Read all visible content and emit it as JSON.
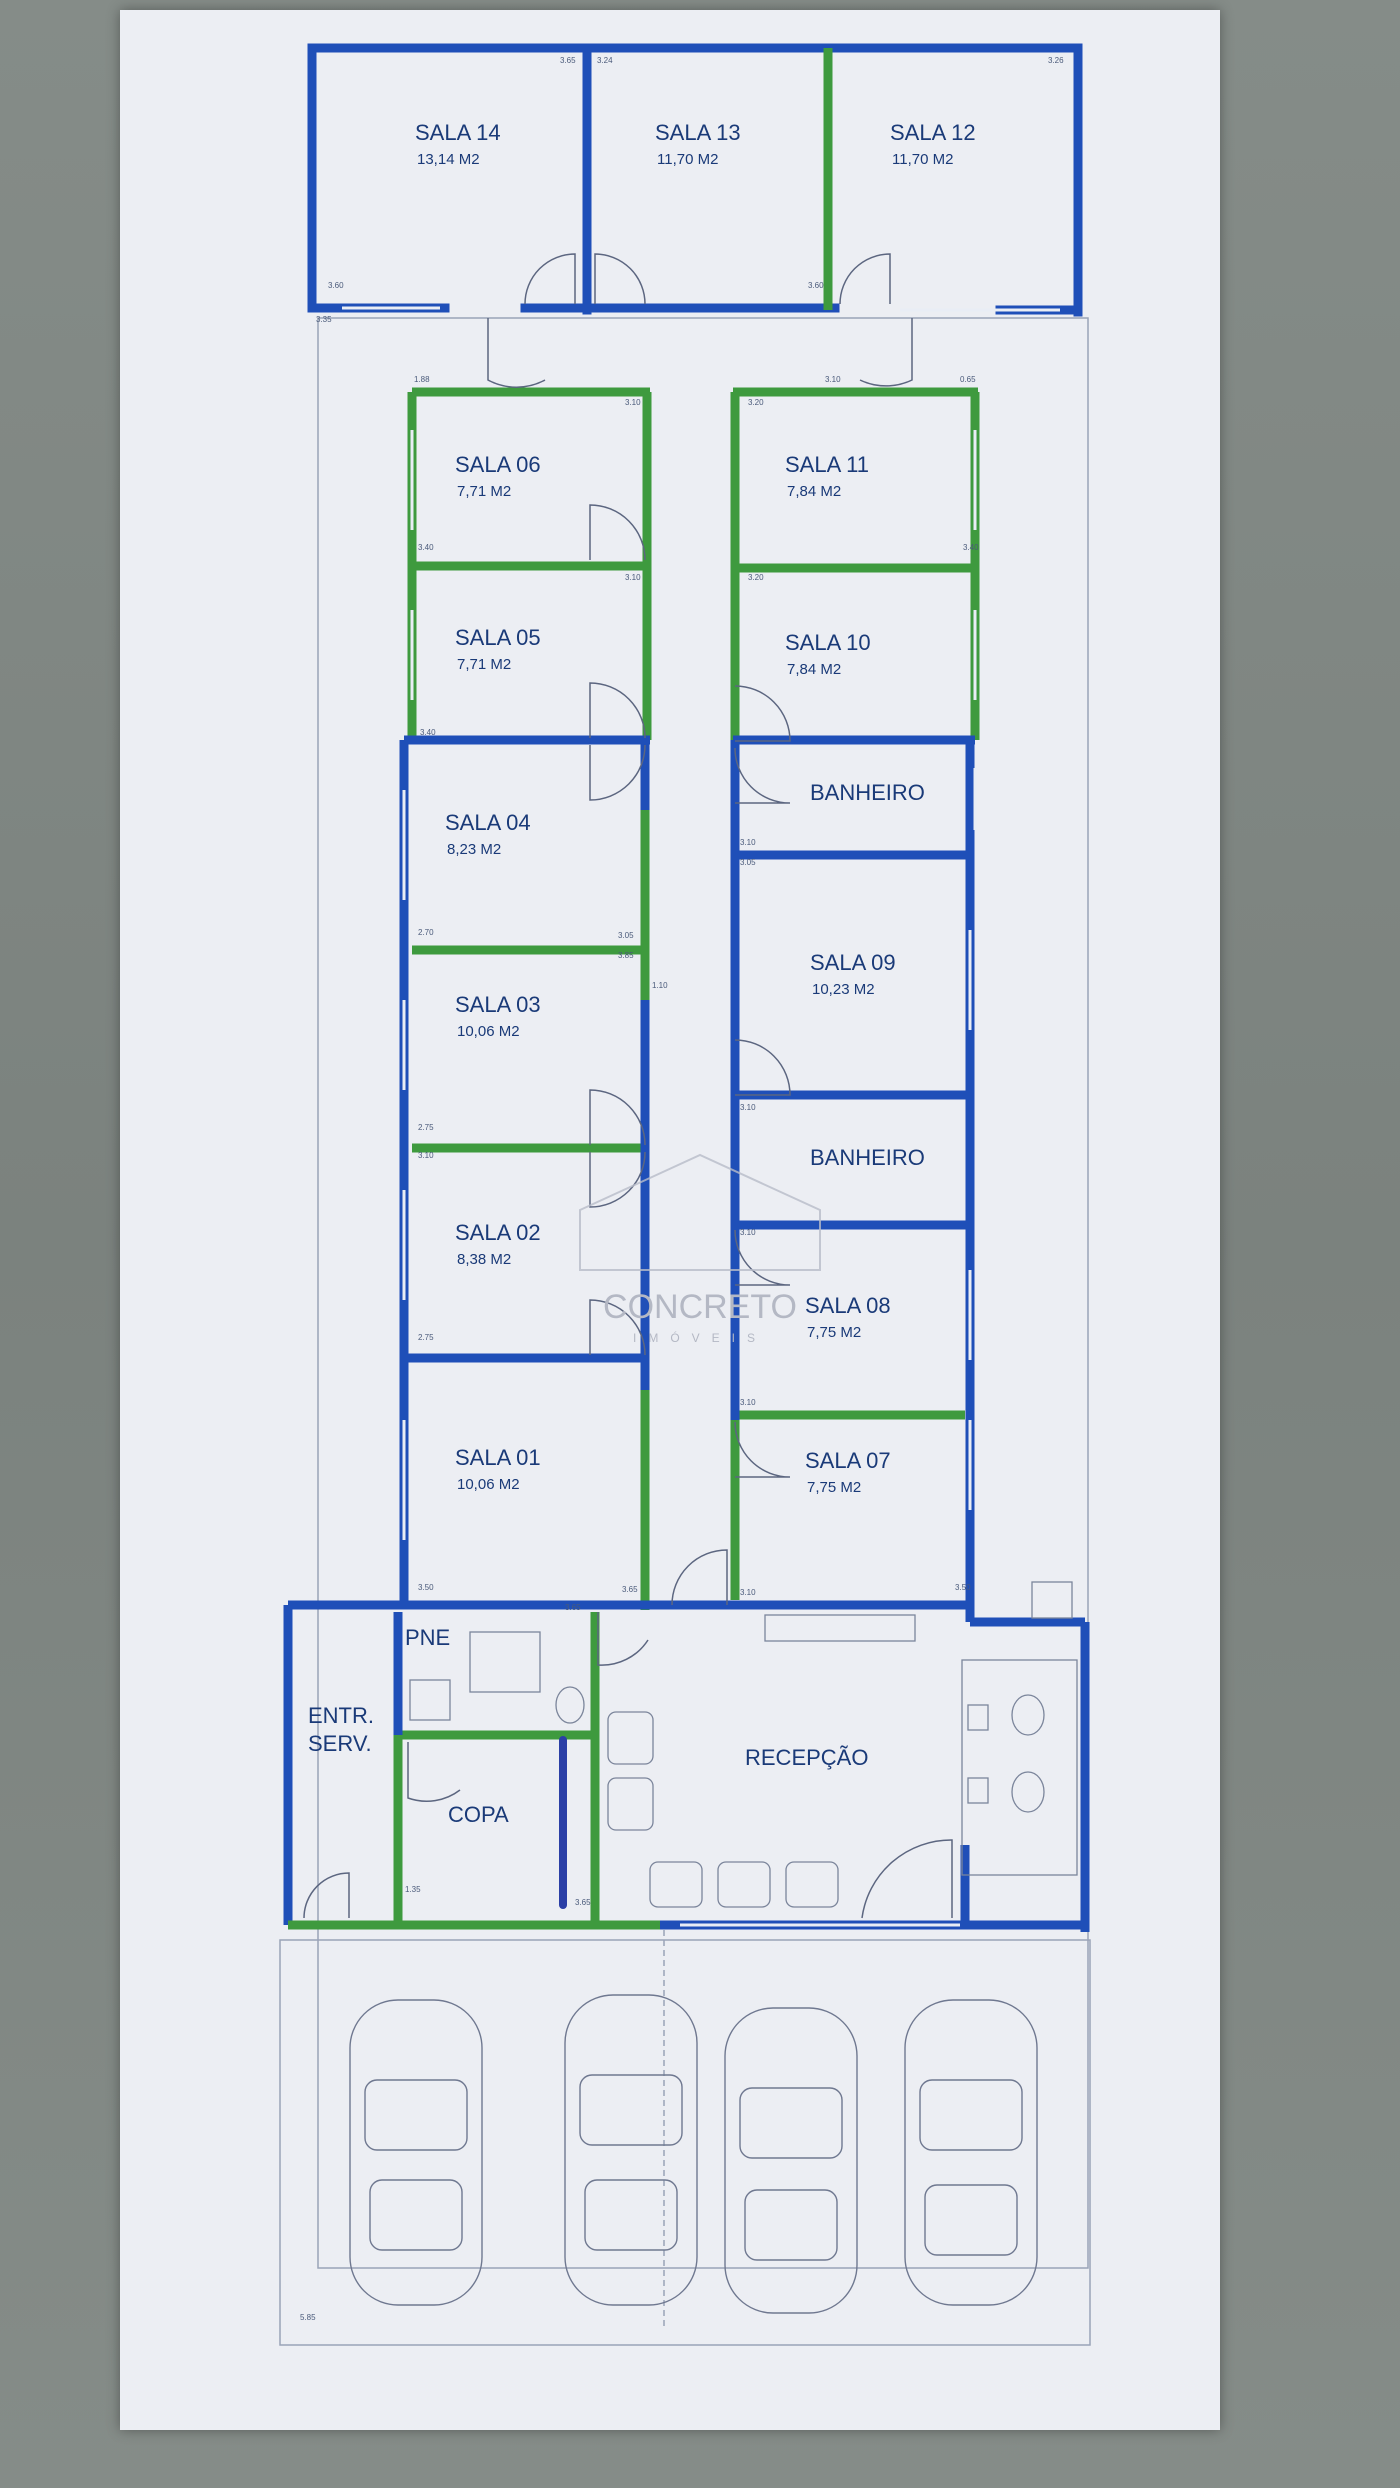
{
  "watermark": {
    "brand": "CONCRETO",
    "sub": "IMÓVEIS"
  },
  "rooms": [
    {
      "id": "sala-14",
      "name": "SALA 14",
      "area": "13,14 M2"
    },
    {
      "id": "sala-13",
      "name": "SALA 13",
      "area": "11,70 M2"
    },
    {
      "id": "sala-12",
      "name": "SALA 12",
      "area": "11,70 M2"
    },
    {
      "id": "sala-06",
      "name": "SALA 06",
      "area": "7,71 M2"
    },
    {
      "id": "sala-11",
      "name": "SALA 11",
      "area": "7,84 M2"
    },
    {
      "id": "sala-05",
      "name": "SALA 05",
      "area": "7,71 M2"
    },
    {
      "id": "sala-10",
      "name": "SALA 10",
      "area": "7,84 M2"
    },
    {
      "id": "sala-04",
      "name": "SALA 04",
      "area": "8,23 M2"
    },
    {
      "id": "banheiro-1",
      "name": "BANHEIRO",
      "area": ""
    },
    {
      "id": "sala-09",
      "name": "SALA 09",
      "area": "10,23 M2"
    },
    {
      "id": "sala-03",
      "name": "SALA 03",
      "area": "10,06 M2"
    },
    {
      "id": "banheiro-2",
      "name": "BANHEIRO",
      "area": ""
    },
    {
      "id": "sala-02",
      "name": "SALA 02",
      "area": "8,38 M2"
    },
    {
      "id": "sala-08",
      "name": "SALA 08",
      "area": "7,75 M2"
    },
    {
      "id": "sala-01",
      "name": "SALA 01",
      "area": "10,06 M2"
    },
    {
      "id": "sala-07",
      "name": "SALA 07",
      "area": "7,75 M2"
    },
    {
      "id": "pne",
      "name": "PNE",
      "area": ""
    },
    {
      "id": "entr-serv",
      "name": "ENTR.",
      "area": "SERV."
    },
    {
      "id": "copa",
      "name": "COPA",
      "area": ""
    },
    {
      "id": "recepcao",
      "name": "RECEPÇÃO",
      "area": ""
    }
  ],
  "dimensions": [
    "3.65",
    "3.24",
    "3.26",
    "3.60",
    "3.60",
    "3.35",
    "1.88",
    "3.10",
    "3.10",
    "0.65",
    "3.20",
    "3.40",
    "3.10",
    "3.20",
    "3.40",
    "3.40",
    "2.70",
    "3.05",
    "3.85",
    "1.10",
    "2.75",
    "3.10",
    "3.10",
    "3.05",
    "3.10",
    "2.75",
    "3.10",
    "3.10",
    "3.50",
    "3.65",
    "3.10",
    "3.50",
    "3.65",
    "3.65",
    "1.35",
    "5.85"
  ],
  "colors": {
    "wall_blue": "#1f4fb8",
    "wall_green": "#3e9a3e",
    "paper": "#eceef3",
    "text": "#1a3a78"
  }
}
